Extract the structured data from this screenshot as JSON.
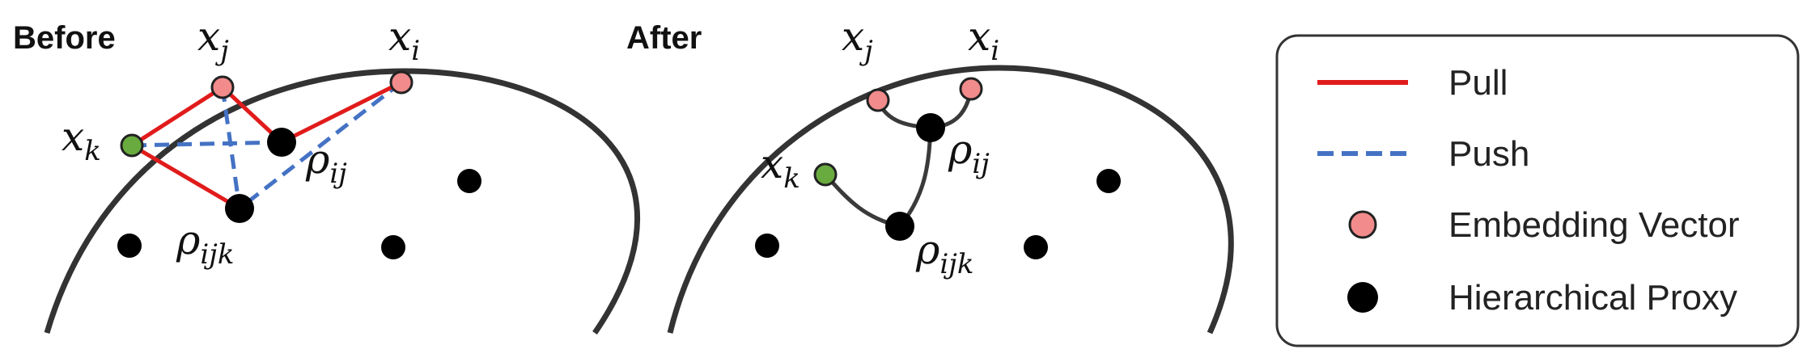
{
  "panels": {
    "before": {
      "title": "Before"
    },
    "after": {
      "title": "After"
    }
  },
  "labels": {
    "x_base": "x",
    "rho_base": "ρ",
    "sub_i": "i",
    "sub_j": "j",
    "sub_k": "k",
    "sub_ij": "ij",
    "sub_ijk": "ijk"
  },
  "legend": {
    "items": [
      {
        "label": "Pull",
        "kind": "solid-line",
        "color": "#e11b1b"
      },
      {
        "label": "Push",
        "kind": "dashed-line",
        "color": "#4472c4"
      },
      {
        "label": "Embedding Vector",
        "kind": "pink-dot",
        "color": "#f28b8b"
      },
      {
        "label": "Hierarchical Proxy",
        "kind": "black-dot",
        "color": "#000000"
      }
    ]
  },
  "colors": {
    "pull": "#e11b1b",
    "push": "#4472c4",
    "embedding": "#f28b8b",
    "embedding_k": "#6aab3f",
    "proxy": "#000000",
    "boundary": "#333333",
    "connector": "#3a3a3a"
  }
}
